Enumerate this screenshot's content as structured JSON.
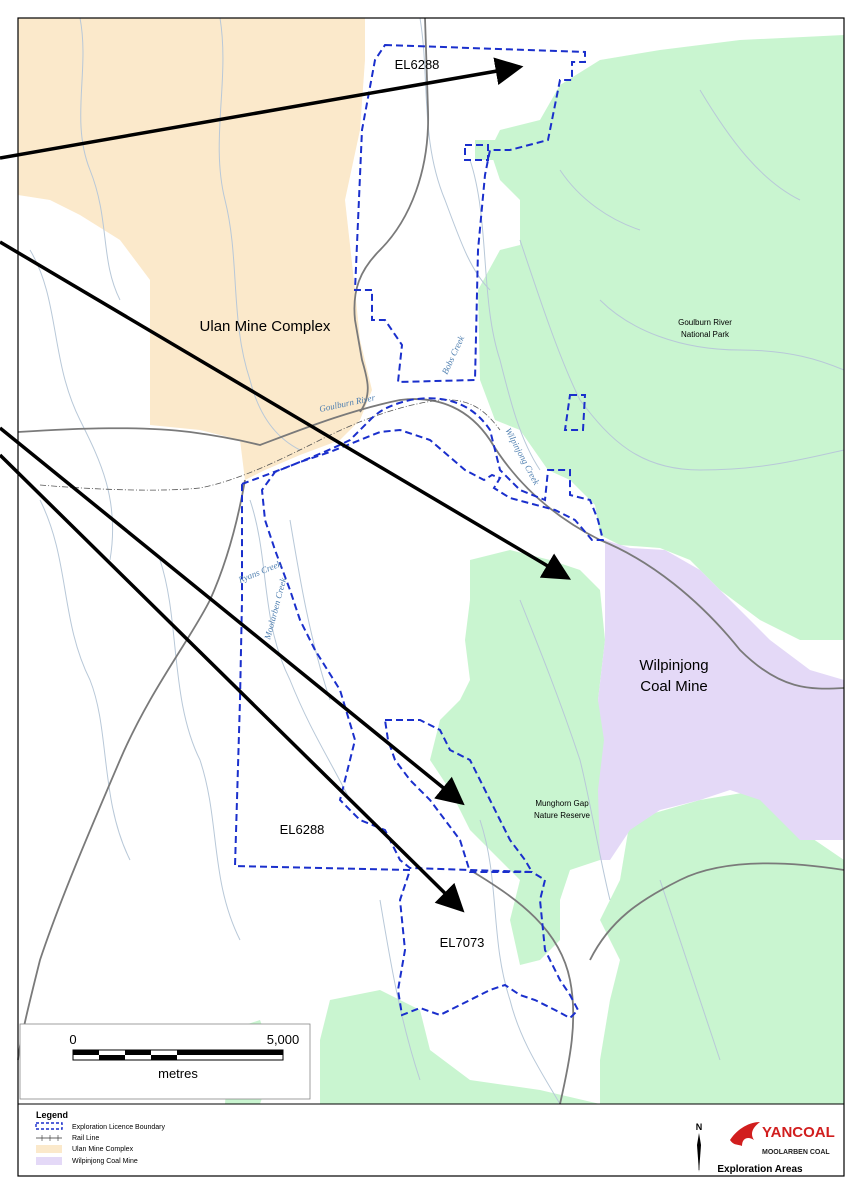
{
  "areas": {
    "ulan": "Ulan Mine Complex",
    "goulburn_np_line1": "Goulburn River",
    "goulburn_np_line2": "National Park",
    "wilpinjong_line1": "Wilpinjong",
    "wilpinjong_line2": "Coal Mine",
    "munghorn_line1": "Munghorn Gap",
    "munghorn_line2": "Nature Reserve"
  },
  "licences": {
    "el6288_top": "EL6288",
    "el6288_bottom": "EL6288",
    "el7073": "EL7073"
  },
  "waterways": {
    "goulburn_river": "Goulburn River",
    "wilpinjong_creek": "Wilpinjong Creek",
    "ryans_creek": "Ryans Creek",
    "moolarben_creek": "Moolarben Creek",
    "bobs_creek": "Bobs Creek"
  },
  "scale": {
    "start": "0",
    "end": "5,000",
    "unit": "metres"
  },
  "legend": {
    "title": "Legend",
    "items": [
      {
        "label": "Exploration Licence Boundary",
        "kind": "dashed-boundary",
        "color": "#1a2fcc"
      },
      {
        "label": "Rail Line",
        "kind": "rail",
        "color": "#333333"
      },
      {
        "label": "Ulan Mine Complex",
        "kind": "swatch",
        "color": "#fbe9cb"
      },
      {
        "label": "Wilpinjong Coal Mine",
        "kind": "swatch",
        "color": "#e4d9f7"
      }
    ]
  },
  "north": "N",
  "logo": {
    "brand": "YANCOAL",
    "sub": "MOOLARBEN COAL"
  },
  "map_title": "Exploration Areas",
  "colors": {
    "national_park": "#c9f5d0",
    "ulan": "#fbe9cb",
    "wilpinjong": "#e4d9f7",
    "boundary": "#1a2fcc",
    "stream": "#b8c8d8",
    "road": "#7a7a7a",
    "brand": "#d11e1e"
  }
}
